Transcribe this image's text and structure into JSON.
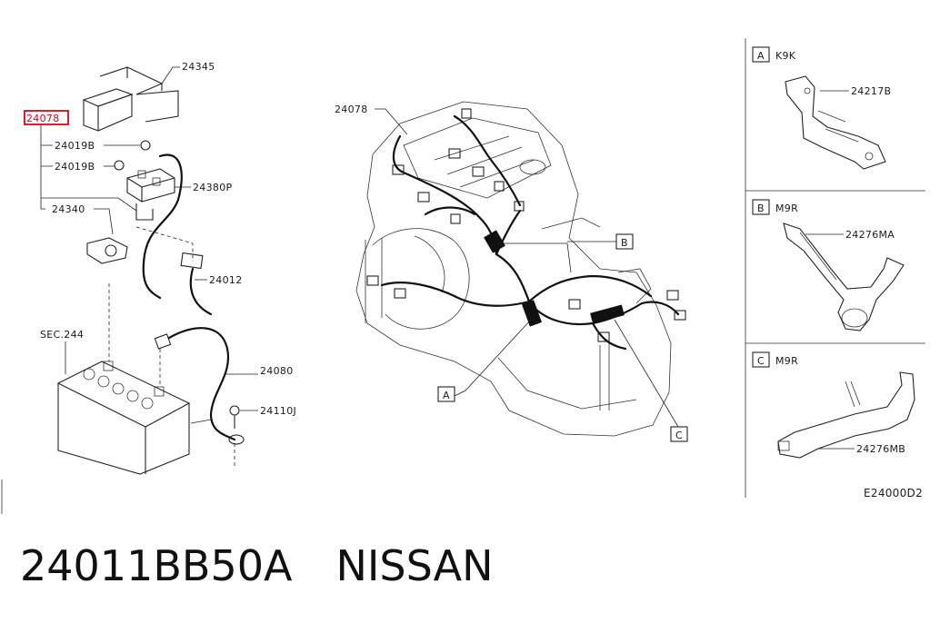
{
  "labels": {
    "main_harness_ref_highlighted": "24078",
    "protector": "24345",
    "bolt_1": "24019B",
    "bolt_2": "24019B",
    "fusible_link": "24380P",
    "battery_cable_plus": "24340",
    "cable_small": "24012",
    "battery_section": "SEC.244",
    "battery_cable_minus": "24080",
    "bolt_ground": "24110J",
    "engine_harness": "24078",
    "callout_a": "A",
    "callout_b": "B",
    "callout_c": "C"
  },
  "detail_panels": [
    {
      "letter": "A",
      "variant": "K9K",
      "part": "24217B"
    },
    {
      "letter": "B",
      "variant": "M9R",
      "part": "24276MA"
    },
    {
      "letter": "C",
      "variant": "M9R",
      "part": "24276MB"
    }
  ],
  "diagram_code": "E24000D2",
  "caption": {
    "part_number": "24011BB50A",
    "brand": "NISSAN"
  },
  "colors": {
    "highlight": "#e0001a",
    "line": "#222222"
  }
}
